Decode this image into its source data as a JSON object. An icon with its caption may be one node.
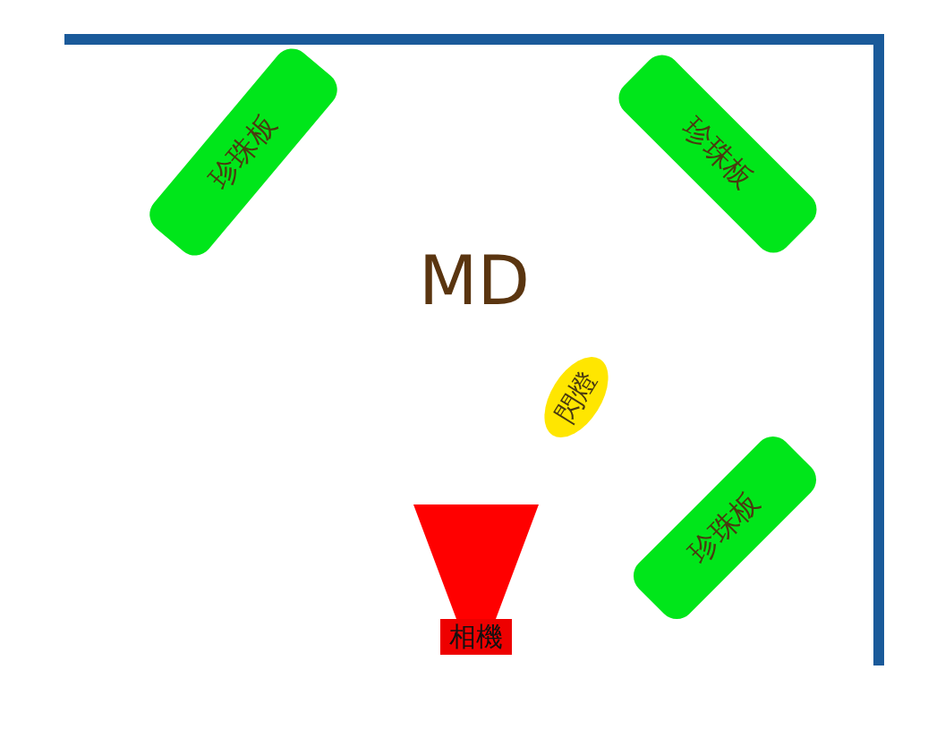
{
  "diagram": {
    "nodes": [
      {
        "text": [
          "珍珠板"
        ]
      },
      {
        "text": [
          "珍珠板"
        ]
      },
      {
        "text": [
          "閃燈"
        ]
      },
      {
        "text": [
          "珍珠板"
        ]
      },
      {
        "text": [
          "相機"
        ]
      }
    ],
    "labels": [
      "MD"
    ]
  }
}
